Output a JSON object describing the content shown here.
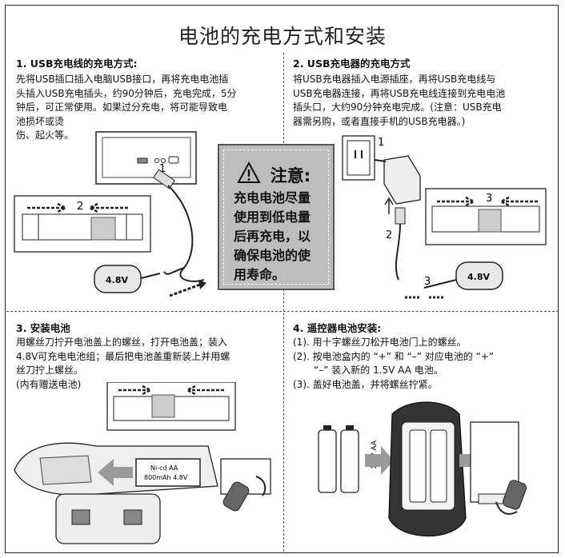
{
  "page": {
    "title": "电池的充电方式和安装"
  },
  "section1": {
    "heading": "1. USB充电线的充电方式:",
    "lines": [
      "先将USB插口插入电脑USB接口，再将充电电池插",
      "头插入USB充电插头，约90分钟后，充电完成，5分",
      "钟后，可正常使用。如果过分充电，将可能导致电",
      "池损坏或烫",
      "伤、起火等。"
    ],
    "step_labels": [
      "1",
      "2"
    ],
    "battery_label": "4.8V"
  },
  "section2": {
    "heading": "2. USB充电器的充电方式",
    "lines": [
      "将USB充电器插入电源插座，再将USB充电线与",
      "USB充电器连接，再将USB充电线连接到充电电池",
      "插头口，大约90分钟充电完成。(注意：USB充电",
      "器需另购，或者直接手机的USB充电器。)"
    ],
    "step_labels": [
      "1",
      "2",
      "3",
      "3"
    ],
    "battery_label": "4.8V"
  },
  "notice": {
    "title": "注意:",
    "lines": [
      "充电电池尽量",
      "使用到低电量",
      "后再充电，以",
      "确保电池的使",
      "用寿命。"
    ]
  },
  "section3": {
    "heading": "3. 安装电池",
    "lines": [
      "用螺丝刀拧开电池盖上的螺丝，打开电池盖；装入",
      "4.8V可充电电池组；最后把电池盖重新装上并用螺",
      "丝刀拧上螺丝。",
      "(内有赠送电池)"
    ],
    "battery_label_1": "Ni-cd AA",
    "battery_label_2": "800mAh 4.8V"
  },
  "section4": {
    "heading": "4. 遥控器电池安装:",
    "lines": [
      "(1). 用十字螺丝刀松开电池门上的螺丝。",
      "(2). 按电池盒内的 “+” 和 “–” 对应电池的 “+”",
      "“–” 装入新的 1.5V AA 电池。",
      "(3). 盖好电池盖，并将螺丝拧紧。"
    ],
    "aa_label": "1.5V AA"
  },
  "colors": {
    "notice_bg": "#bdbdbd",
    "line": "#222222",
    "arrow_gray": "#9a9a9a"
  }
}
